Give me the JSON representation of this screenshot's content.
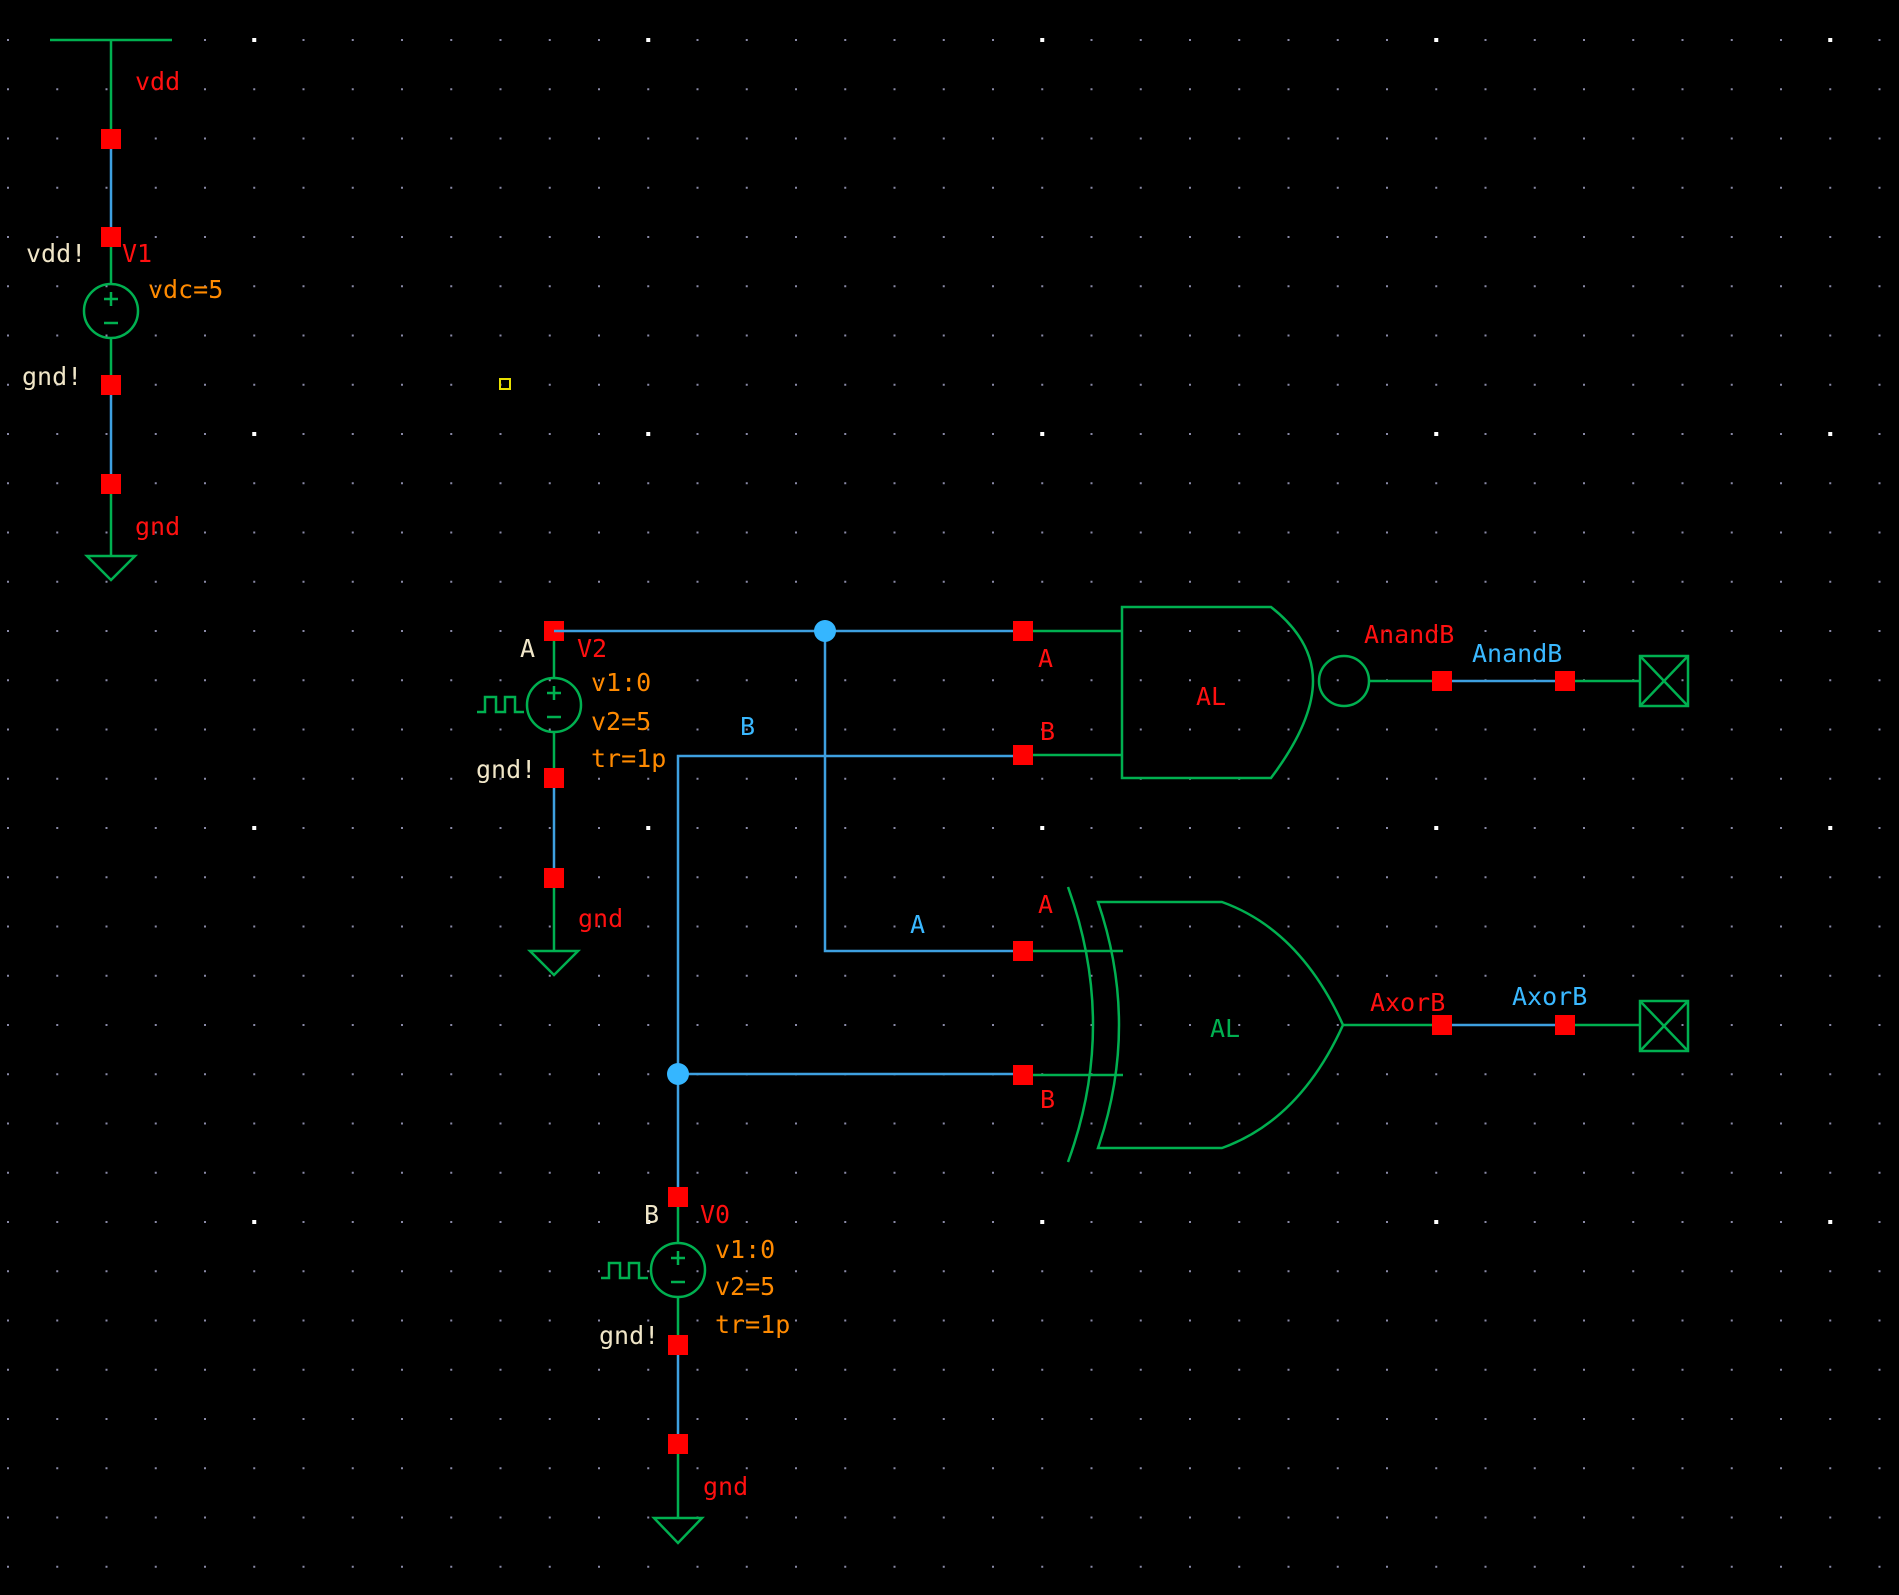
{
  "app": {
    "view": "schematic-editor",
    "background": "#000000"
  },
  "colors": {
    "grid_dot": "#8a8aa8",
    "grid_major": "#ffffff",
    "wire": "#3ea0e0",
    "symbol": "#00b050",
    "pin": "#ff0000",
    "label_red": "#ff1010",
    "label_blue": "#3ab8ff",
    "param_orange": "#ff8a00",
    "net_white": "#f0e6c8",
    "highlight": "#e8e000",
    "junction": "#35b6ff"
  },
  "supply": {
    "vdd_label": "vdd",
    "source_name": "V1",
    "pos_net": "vdd!",
    "neg_net": "gnd!",
    "params": [
      "vdc=5"
    ],
    "gnd_label": "gnd"
  },
  "source_a": {
    "net": "A",
    "source_name": "V2",
    "neg_net": "gnd!",
    "params": [
      "v1:0",
      "v2=5",
      "tr=1p"
    ],
    "gnd_label": "gnd"
  },
  "source_b": {
    "net": "B",
    "source_name": "V0",
    "neg_net": "gnd!",
    "params": [
      "v1:0",
      "v2=5",
      "tr=1p"
    ],
    "gnd_label": "gnd"
  },
  "wire_labels": {
    "b_net": "B",
    "a_net": "A"
  },
  "nand_gate": {
    "instance_label": "AL",
    "pin_a": "A",
    "pin_b": "B",
    "output_pin_label": "AnandB",
    "output_net_label": "AnandB"
  },
  "xor_gate": {
    "instance_label": "AL",
    "pin_a": "A",
    "pin_b": "B",
    "output_pin_label": "AxorB",
    "output_net_label": "AxorB"
  }
}
